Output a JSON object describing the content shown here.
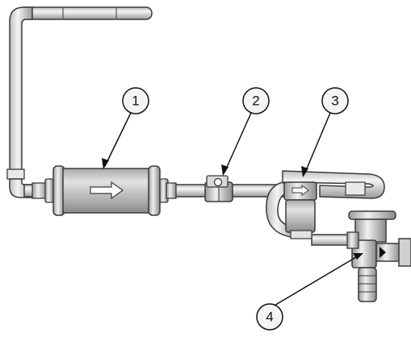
{
  "diagram": {
    "callouts": [
      {
        "id": "callout-1",
        "label": "1",
        "target": "filter-drier"
      },
      {
        "id": "callout-2",
        "label": "2",
        "target": "fitting"
      },
      {
        "id": "callout-3",
        "label": "3",
        "target": "sight-glass"
      },
      {
        "id": "callout-4",
        "label": "4",
        "target": "expansion-valve"
      }
    ],
    "colors": {
      "pipe_fill": "#e6e6e6",
      "pipe_stroke": "#3a3a3a",
      "body_fill": "#c9c9c9",
      "shadow": "#8a8a8a",
      "callout_fill": "#f4f4f4",
      "outline": "#111111"
    },
    "icons": [
      "flow-arrow-icon",
      "flow-arrow-icon"
    ]
  }
}
